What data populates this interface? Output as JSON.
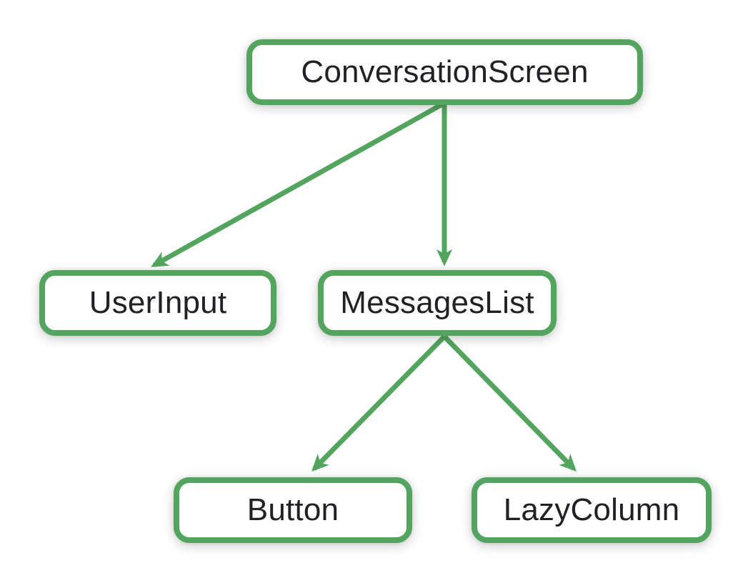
{
  "diagram": {
    "type": "tree",
    "accent_color": "#53a45e",
    "text_color": "#1f2125",
    "background_color": "#ffffff",
    "nodes": [
      {
        "id": "conversation-screen",
        "label": "ConversationScreen",
        "level": 1
      },
      {
        "id": "user-input",
        "label": "UserInput",
        "level": 2
      },
      {
        "id": "messages-list",
        "label": "MessagesList",
        "level": 2
      },
      {
        "id": "button",
        "label": "Button",
        "level": 3
      },
      {
        "id": "lazy-column",
        "label": "LazyColumn",
        "level": 3
      }
    ],
    "edges": [
      {
        "from": "ConversationScreen",
        "to": "UserInput"
      },
      {
        "from": "ConversationScreen",
        "to": "MessagesList"
      },
      {
        "from": "MessagesList",
        "to": "Button"
      },
      {
        "from": "MessagesList",
        "to": "LazyColumn"
      }
    ]
  }
}
